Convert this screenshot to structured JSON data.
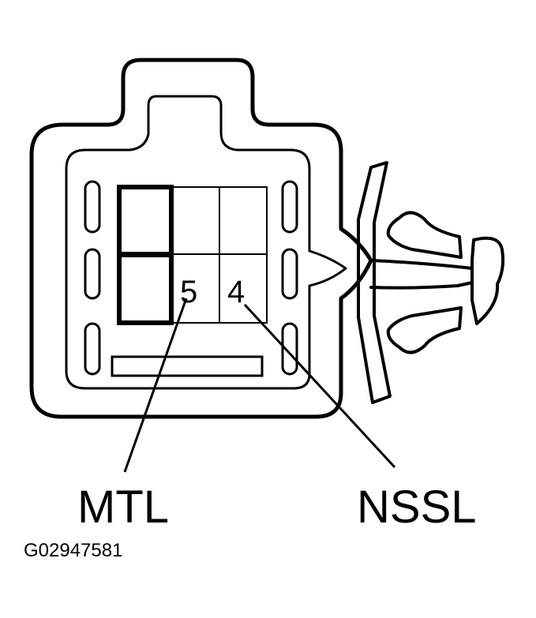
{
  "terminals": {
    "pin_5": "5",
    "pin_4": "4"
  },
  "labels": {
    "mtl": "MTL",
    "nssl": "NSSL"
  },
  "figure_id": "G02947581",
  "colors": {
    "line": "#000000",
    "background": "#ffffff"
  }
}
